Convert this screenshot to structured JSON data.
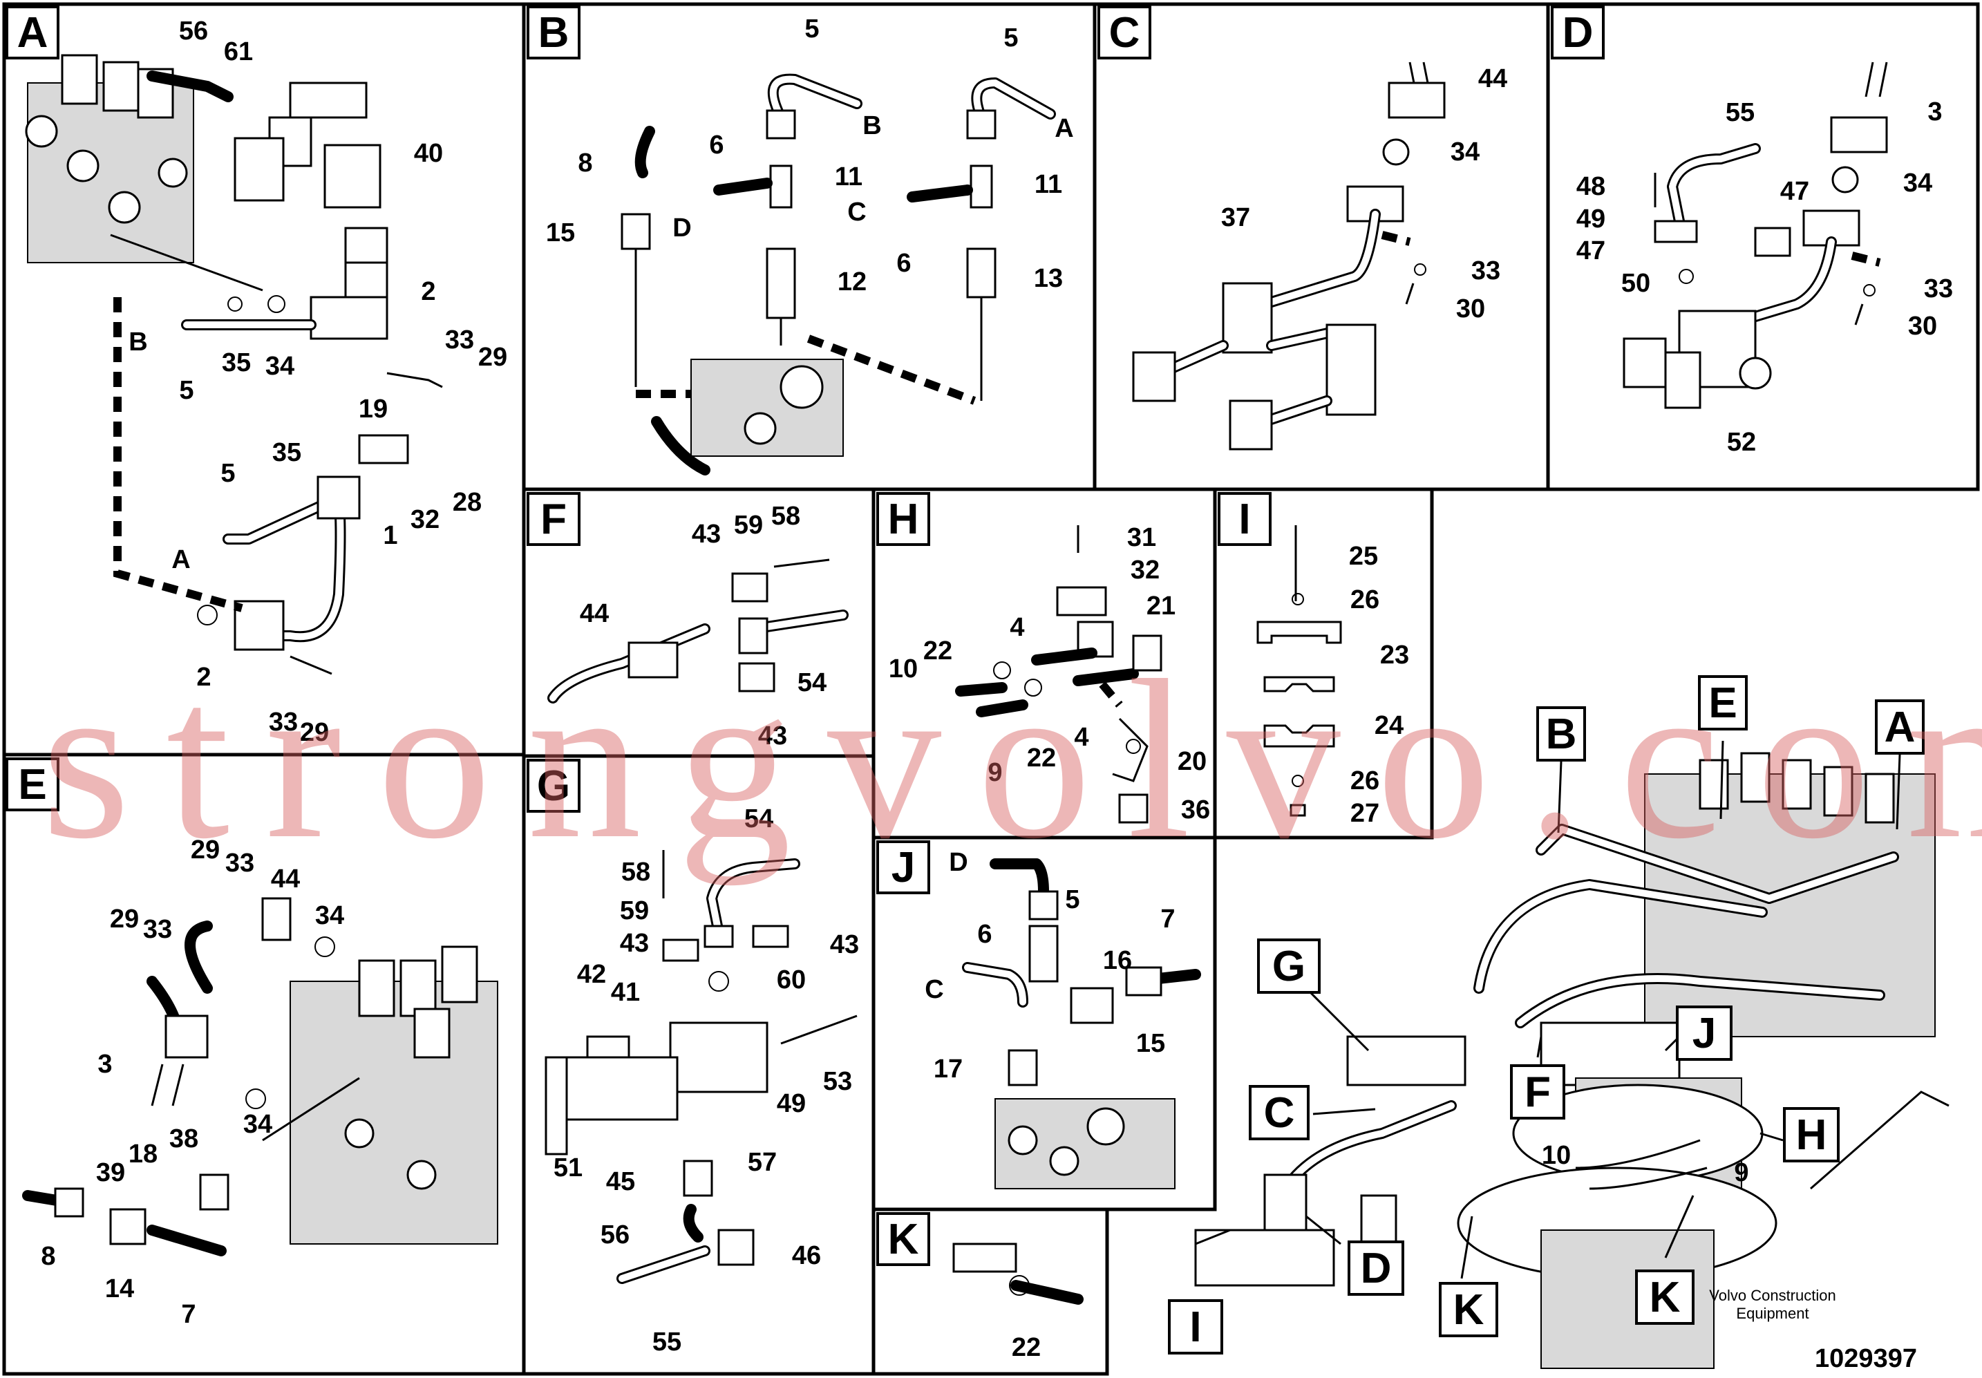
{
  "panels": [
    {
      "id": "A",
      "labels": [
        "56",
        "61",
        "40",
        "2",
        "B",
        "5",
        "35",
        "34",
        "33",
        "29",
        "19",
        "35",
        "5",
        "A",
        "28",
        "32",
        "1",
        "2",
        "33",
        "29"
      ]
    },
    {
      "id": "B",
      "labels": [
        "5",
        "5",
        "B",
        "A",
        "8",
        "6",
        "11",
        "11",
        "C",
        "D",
        "15",
        "6",
        "12",
        "13"
      ]
    },
    {
      "id": "C",
      "labels": [
        "44",
        "34",
        "37",
        "33",
        "30"
      ]
    },
    {
      "id": "D",
      "labels": [
        "3",
        "55",
        "34",
        "48",
        "49",
        "47",
        "47",
        "50",
        "33",
        "30",
        "52"
      ]
    },
    {
      "id": "E",
      "labels": [
        "29",
        "33",
        "44",
        "29",
        "33",
        "34",
        "3",
        "34",
        "18",
        "38",
        "39",
        "8",
        "14",
        "7"
      ]
    },
    {
      "id": "F",
      "labels": [
        "43",
        "59",
        "58",
        "44",
        "54",
        "43"
      ]
    },
    {
      "id": "G",
      "labels": [
        "54",
        "58",
        "59",
        "43",
        "43",
        "60",
        "42",
        "41",
        "53",
        "49",
        "51",
        "57",
        "45",
        "56",
        "46",
        "55"
      ]
    },
    {
      "id": "H",
      "labels": [
        "31",
        "32",
        "21",
        "4",
        "22",
        "10",
        "22",
        "4",
        "9",
        "20",
        "36"
      ]
    },
    {
      "id": "I",
      "labels": [
        "25",
        "26",
        "23",
        "24",
        "26",
        "27"
      ]
    },
    {
      "id": "J",
      "labels": [
        "D",
        "5",
        "6",
        "7",
        "C",
        "16",
        "15",
        "17"
      ]
    },
    {
      "id": "K",
      "labels": [
        "22"
      ]
    }
  ],
  "overview": {
    "callouts": [
      "A",
      "B",
      "E",
      "G",
      "C",
      "F",
      "J",
      "H",
      "D",
      "I",
      "K",
      "K"
    ],
    "numbers": [
      "10",
      "9"
    ]
  },
  "watermark": "strongvolvo.com",
  "brand_line1": "Volvo Construction",
  "brand_line2": "Equipment",
  "doc_number": "1029397"
}
